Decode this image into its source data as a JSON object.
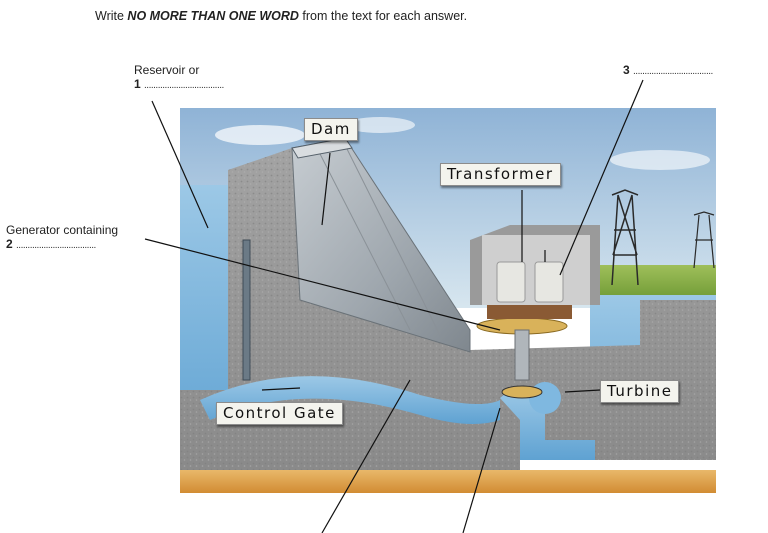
{
  "instruction": {
    "prefix": "Write ",
    "emphasis": "NO MORE THAN ONE WORD",
    "suffix": " from the text for each answer."
  },
  "questions": [
    {
      "label": "Reservoir or",
      "number": "1",
      "blank": "..................................."
    },
    {
      "label": "Generator containing",
      "number": "2",
      "blank": "..................................."
    },
    {
      "number": "3",
      "blank": "..................................."
    }
  ],
  "diagram_labels": {
    "dam": "Dam",
    "transformer": "Transformer",
    "turbine": "Turbine",
    "control_gate": "Control Gate"
  }
}
